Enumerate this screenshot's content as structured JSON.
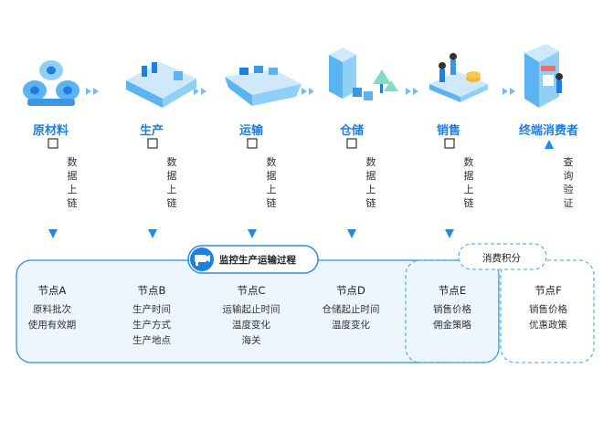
{
  "stages": [
    {
      "label": "原材料",
      "icon": "paper-rolls-icon"
    },
    {
      "label": "生产",
      "icon": "factory-icon"
    },
    {
      "label": "运输",
      "icon": "cargo-ship-icon"
    },
    {
      "label": "仓储",
      "icon": "warehouse-icon"
    },
    {
      "label": "销售",
      "icon": "sales-people-icon"
    },
    {
      "label": "终端消费者",
      "icon": "mobile-shop-icon"
    }
  ],
  "flow_labels": [
    {
      "text": "数据上链",
      "direction": "down"
    },
    {
      "text": "数据上链",
      "direction": "down"
    },
    {
      "text": "数据上链",
      "direction": "down"
    },
    {
      "text": "数据上链",
      "direction": "down"
    },
    {
      "text": "数据上链",
      "direction": "down"
    },
    {
      "text": "查询验证",
      "direction": "up"
    }
  ],
  "monitor": {
    "label": "监控生产运输过程",
    "icon": "camera-icon"
  },
  "points": {
    "label": "消费积分"
  },
  "nodes": [
    {
      "title": "节点A",
      "items": [
        "原料批次",
        "使用有效期"
      ]
    },
    {
      "title": "节点B",
      "items": [
        "生产时间",
        "生产方式",
        "生产地点"
      ]
    },
    {
      "title": "节点C",
      "items": [
        "运输起止时间",
        "温度变化",
        "海关"
      ]
    },
    {
      "title": "节点D",
      "items": [
        "仓储起止时间",
        "温度变化"
      ]
    },
    {
      "title": "节点E",
      "items": [
        "销售价格",
        "佣金策略"
      ]
    },
    {
      "title": "节点F",
      "items": [
        "销售价格",
        "优惠政策"
      ]
    }
  ],
  "colors": {
    "accent": "#1f7fe0",
    "box_fill": "#eef6fd",
    "box_stroke": "#2a8de6",
    "dashed_stroke": "#5fb4ec"
  }
}
